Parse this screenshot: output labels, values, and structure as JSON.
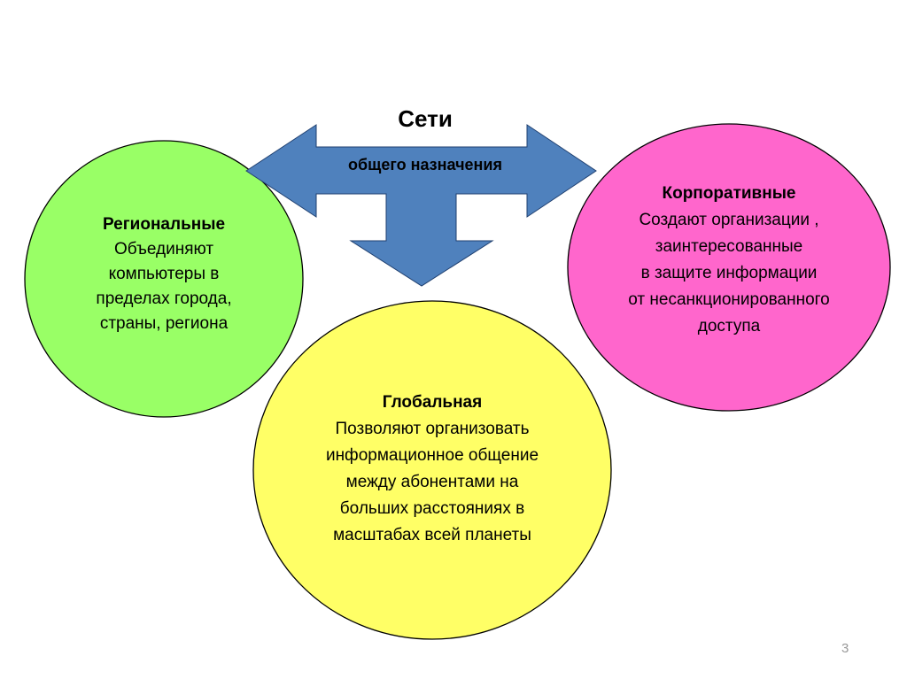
{
  "arrow": {
    "title": "Сети",
    "subtitle": "общего назначения",
    "color": "#4f81bd"
  },
  "regional": {
    "title": "Региональные",
    "lines": [
      "Объединяют",
      "компьютеры в",
      "пределах города,",
      "страны, региона"
    ],
    "color": "#99ff66"
  },
  "corporate": {
    "title": "Корпоративные",
    "lines": [
      "Создают организации ,",
      "заинтересованные",
      "в защите информации",
      "от несанкционированного",
      "доступа"
    ],
    "color": "#ff66cc"
  },
  "global": {
    "title": "Глобальная",
    "lines": [
      "Позволяют организовать",
      "информационное общение",
      "между абонентами на",
      "больших расстояниях в",
      "масштабах всей планеты"
    ],
    "color": "#ffff66"
  },
  "page_number": "3"
}
